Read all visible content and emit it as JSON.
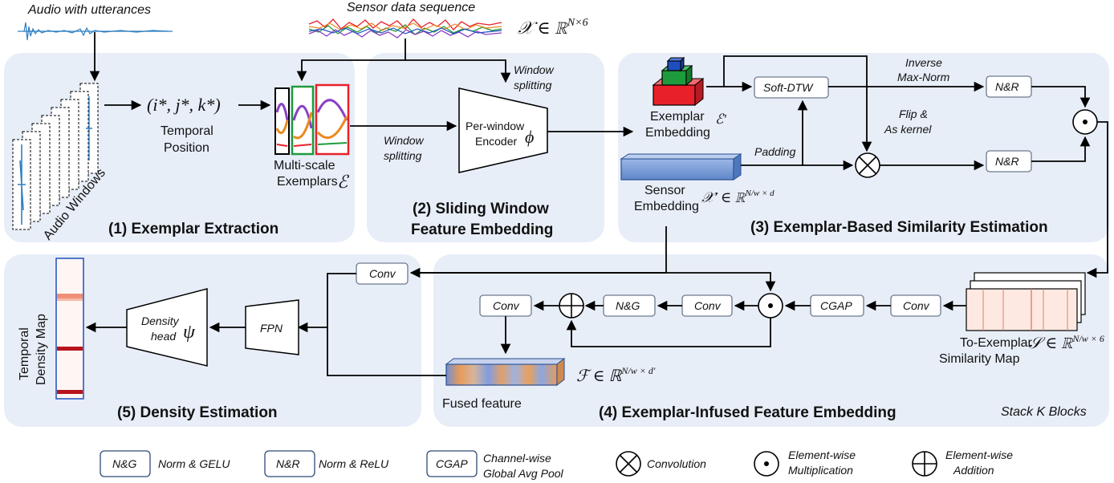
{
  "inputs": {
    "audio_title": "Audio with utterances",
    "sensor_title": "Sensor data sequence",
    "sensor_math": "𝒳 ∈ ℝ",
    "sensor_math_sup": "N×6"
  },
  "panel1": {
    "title": "(1) Exemplar Extraction",
    "audio_windows": "Audio Windows",
    "position_math": "(i*, j*, k*)",
    "position_label1": "Temporal",
    "position_label2": "Position",
    "exemplar_label1": "Multi-scale",
    "exemplar_label2": "Exemplars",
    "exemplar_math": "ℰ"
  },
  "panel2": {
    "title1": "(2) Sliding Window",
    "title2": "Feature Embedding",
    "window_splitting_top1": "Window",
    "window_splitting_top2": "splitting",
    "window_splitting_left1": "Window",
    "window_splitting_left2": "splitting",
    "encoder1": "Per-window",
    "encoder2": "Encoder",
    "encoder_math": "ϕ"
  },
  "panel3": {
    "title": "(3) Exemplar-Based Similarity Estimation",
    "exemplar_emb1": "Exemplar",
    "exemplar_emb2": "Embedding",
    "exemplar_emb_math": "ℰ′",
    "soft_dtw": "Soft-DTW",
    "inverse1": "Inverse",
    "inverse2": "Max-Norm",
    "nr_top": "N&R",
    "nr_bottom": "N&R",
    "flip1": "Flip &",
    "flip2": "As kernel",
    "padding": "Padding",
    "sensor_emb1": "Sensor",
    "sensor_emb2": "Embedding",
    "sensor_emb_math": "𝒳′ ∈ ℝ",
    "sensor_emb_sup": "N/w × d"
  },
  "panel4": {
    "title": "(4) Exemplar-Infused Feature Embedding",
    "stack": "Stack K Blocks",
    "conv_top": "Conv",
    "conv_left": "Conv",
    "ng": "N&G",
    "conv_mid": "Conv",
    "cgap": "CGAP",
    "conv_right": "Conv",
    "sim_label1": "To-Exemplar",
    "sim_label2": "Similarity Map",
    "sim_math": "𝒮 ∈ ℝ",
    "sim_sup": "N/w × 6",
    "fused_label": "Fused feature",
    "fused_math": "ℱ ∈ ℝ",
    "fused_sup": "N/w × d′"
  },
  "panel5": {
    "title": "(5) Density Estimation",
    "density_map1": "Temporal",
    "density_map2": "Density Map",
    "fpn": "FPN",
    "density_head1": "Density",
    "density_head2": "head",
    "density_math": "ψ"
  },
  "legend": {
    "ng_box": "N&G",
    "ng_desc": "Norm & GELU",
    "nr_box": "N&R",
    "nr_desc": "Norm & ReLU",
    "cgap_box": "CGAP",
    "cgap_desc1": "Channel-wise",
    "cgap_desc2": "Global Avg Pool",
    "conv_desc": "Convolution",
    "mult_desc1": "Element-wise",
    "mult_desc2": "Multiplication",
    "add_desc1": "Element-wise",
    "add_desc2": "Addition"
  },
  "colors": {
    "panel": "#e8eef8",
    "exemplar_red": "#e8202a",
    "exemplar_green": "#1e9b3c",
    "exemplar_blue": "#1f4fbf",
    "sensor_embedding": "#6f95d4",
    "audio_wave": "#2f7fc1"
  }
}
